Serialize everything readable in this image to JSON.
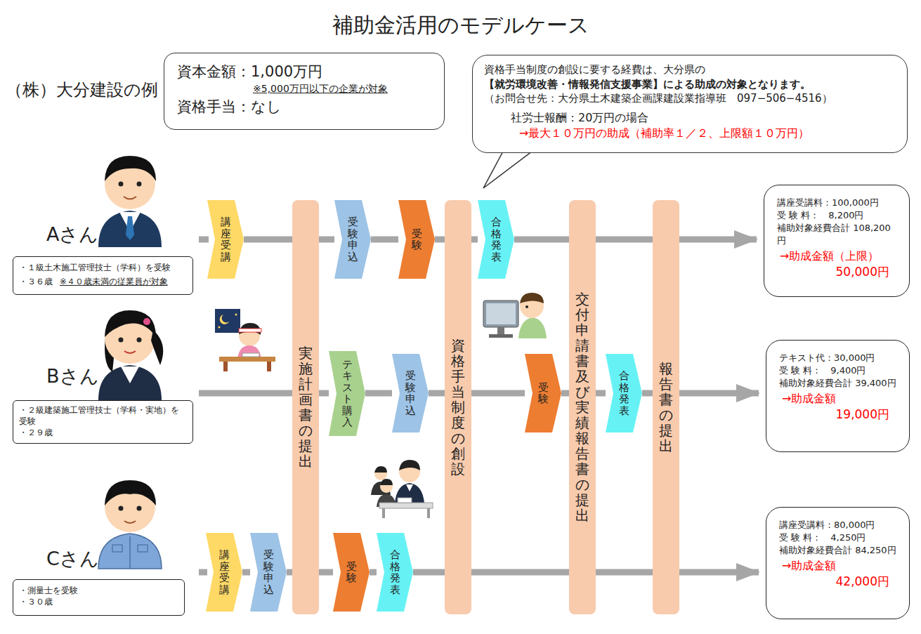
{
  "diagram": {
    "title": "補助金活用のモデルケース",
    "nodes": [
      {
        "text": [
          "資本金額：1,000万円",
          "※5,000万円以下の企業が対象",
          "資格手当：なし"
        ]
      },
      {
        "text": [
          "資格手当制度の創設に要する経費は、大分県の",
          "【就労環境改善・情報発信支援事業】による助成の対象となります。",
          "（お問合せ先：大分県土木建築企画課建設業指導班　097−506−4516）",
          "社労士報酬：20万円の場合",
          "→最大１０万円の助成（補助率１／２、上限額１０万円）"
        ]
      },
      {
        "text": [
          "・１級土木施工管理技士（学科）を受験",
          "・３６歳",
          "※４０歳未満の従業員が対象"
        ]
      },
      {
        "text": [
          "講座受講"
        ]
      },
      {
        "text": [
          "実施計画書の提出"
        ]
      },
      {
        "text": [
          "受験申込"
        ]
      },
      {
        "text": [
          "受験"
        ]
      },
      {
        "text": [
          "資格手当制度の創設"
        ]
      },
      {
        "text": [
          "合格発表"
        ]
      },
      {
        "text": [
          "交付申請書及び実績報告書の提出"
        ]
      },
      {
        "text": [
          "報告書の提出"
        ]
      },
      {
        "text": [
          "講座受講料：100,000円",
          "受 験 料：　8,200円",
          "補助対象経費合計 108,200円",
          "→助成金額（上限）",
          "50,000円"
        ]
      },
      {
        "text": [
          "・２級建築施工管理技士（学科・実地）を受験",
          "・２９歳"
        ]
      },
      {
        "text": [
          "テキスト購入"
        ]
      },
      {
        "text": [
          "受験申込"
        ]
      },
      {
        "text": [
          "受験"
        ]
      },
      {
        "text": [
          "合格発表"
        ]
      },
      {
        "text": [
          "テキスト代：30,000円",
          "受 験 料：　9,400円",
          "補助対象経費合計 39,400円",
          "→助成金額",
          "19,000円"
        ]
      },
      {
        "text": [
          "・測量士を受験",
          "・３０歳"
        ]
      },
      {
        "text": [
          "講座受講"
        ]
      },
      {
        "text": [
          "受験申込"
        ]
      },
      {
        "text": [
          "受験"
        ]
      },
      {
        "text": [
          "合格発表"
        ]
      },
      {
        "text": [
          "講座受講料：80,000円",
          "受 験 料：　4,250円",
          "補助対象経費合計 84,250円",
          "→助成金額",
          "42,000円"
        ]
      }
    ],
    "edges": [
      {
        "from": 3,
        "to": 4,
        "arrow": "none"
      },
      {
        "from": 4,
        "to": 5,
        "arrow": "none"
      },
      {
        "from": 5,
        "to": 6,
        "arrow": "none"
      },
      {
        "from": 6,
        "to": 7,
        "arrow": "none"
      },
      {
        "from": 7,
        "to": 8,
        "arrow": "none"
      },
      {
        "from": 8,
        "to": 9,
        "arrow": "none"
      },
      {
        "from": 9,
        "to": 10,
        "arrow": "none"
      },
      {
        "from": 10,
        "to": 11,
        "arrow": "to"
      },
      {
        "from": 4,
        "to": 13,
        "arrow": "none"
      },
      {
        "from": 13,
        "to": 14,
        "arrow": "none"
      },
      {
        "from": 14,
        "to": 7,
        "arrow": "none"
      },
      {
        "from": 7,
        "to": 15,
        "arrow": "none"
      },
      {
        "from": 15,
        "to": 9,
        "arrow": "none"
      },
      {
        "from": 9,
        "to": 16,
        "arrow": "none"
      },
      {
        "from": 16,
        "to": 10,
        "arrow": "none"
      },
      {
        "from": 10,
        "to": 17,
        "arrow": "to"
      },
      {
        "from": 19,
        "to": 20,
        "arrow": "none"
      },
      {
        "from": 20,
        "to": 4,
        "arrow": "none"
      },
      {
        "from": 4,
        "to": 21,
        "arrow": "none"
      },
      {
        "from": 21,
        "to": 22,
        "arrow": "none"
      },
      {
        "from": 22,
        "to": 7,
        "arrow": "none"
      },
      {
        "from": 7,
        "to": 9,
        "arrow": "none"
      },
      {
        "from": 9,
        "to": 10,
        "arrow": "none"
      },
      {
        "from": 10,
        "to": 23,
        "arrow": "to"
      }
    ],
    "labels": [
      "（株）大分建設の例",
      "Aさん",
      "Bさん",
      "Cさん"
    ]
  }
}
